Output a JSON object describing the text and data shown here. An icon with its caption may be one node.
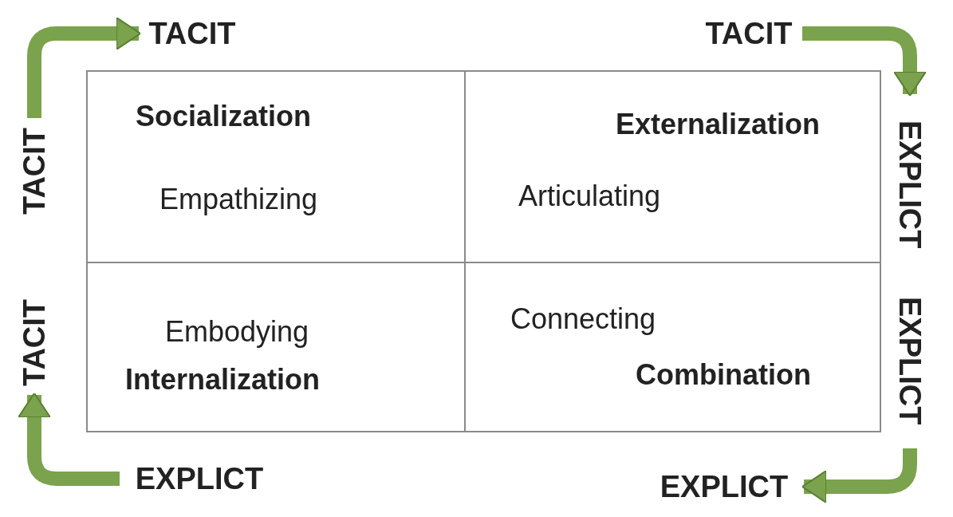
{
  "diagram": {
    "nodes": [
      {
        "text": [
          "Socialization",
          "Empathizing"
        ]
      },
      {
        "text": [
          "Externalization",
          "Articulating"
        ]
      },
      {
        "text": [
          "Embodying",
          "Internalization"
        ]
      },
      {
        "text": [
          "Connecting",
          "Combination"
        ]
      },
      {
        "text": [
          "TACIT"
        ]
      },
      {
        "text": [
          "TACIT"
        ]
      },
      {
        "text": [
          "TACIT"
        ]
      },
      {
        "text": [
          "TACIT"
        ]
      },
      {
        "text": [
          "EXPLICT"
        ]
      },
      {
        "text": [
          "EXPLICT"
        ]
      },
      {
        "text": [
          "EXPLICT"
        ]
      },
      {
        "text": [
          "EXPLICT"
        ]
      }
    ],
    "edges": [
      {
        "from": 6,
        "to": 4,
        "arrow": "to"
      },
      {
        "from": 5,
        "to": 8,
        "arrow": "to"
      },
      {
        "from": 9,
        "to": 11,
        "arrow": "to"
      },
      {
        "from": 10,
        "to": 7,
        "arrow": "to"
      }
    ]
  }
}
